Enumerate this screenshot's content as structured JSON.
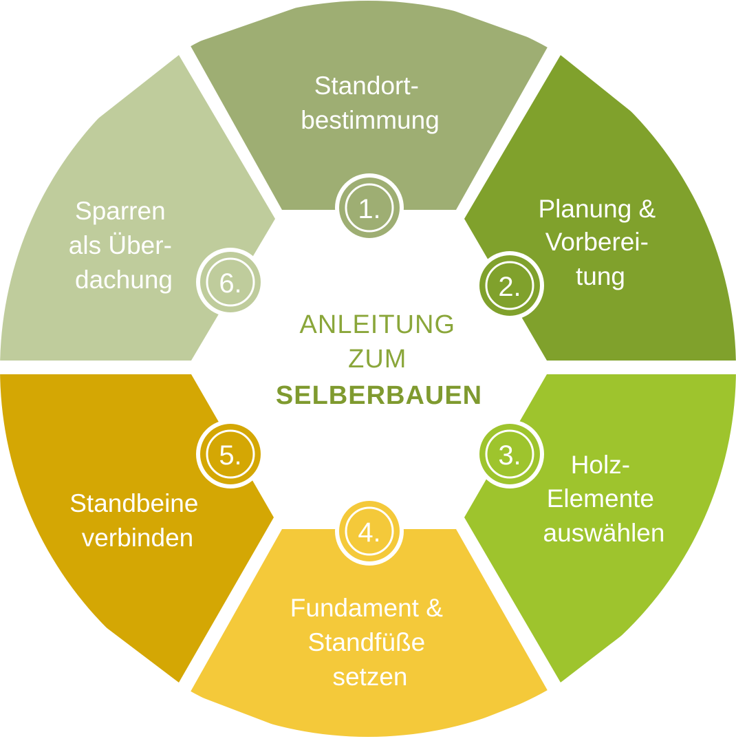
{
  "center": {
    "line1": "ANLEITUNG",
    "line2": "ZUM",
    "line3": "SELBERBAUEN"
  },
  "steps": [
    {
      "number": "1.",
      "lines": [
        "Standort-",
        "bestimmung"
      ],
      "color": "#9eae73"
    },
    {
      "number": "2.",
      "lines": [
        "Planung &",
        "Vorberei-",
        "tung"
      ],
      "color": "#80a12c"
    },
    {
      "number": "3.",
      "lines": [
        "Holz-",
        "Elemente",
        "auswählen"
      ],
      "color": "#9ec42d"
    },
    {
      "number": "4.",
      "lines": [
        "Fundament &",
        "Standfüße",
        "setzen"
      ],
      "color": "#f4c93a"
    },
    {
      "number": "5.",
      "lines": [
        "Standbeine",
        "verbinden"
      ],
      "color": "#d4a704"
    },
    {
      "number": "6.",
      "lines": [
        "Sparren",
        "als Über-",
        "dachung"
      ],
      "color": "#bfcc9c"
    }
  ],
  "colors": {
    "center_text": "#8aa63a",
    "center_text_bold": "#7f9a2f",
    "background": "#ffffff"
  }
}
